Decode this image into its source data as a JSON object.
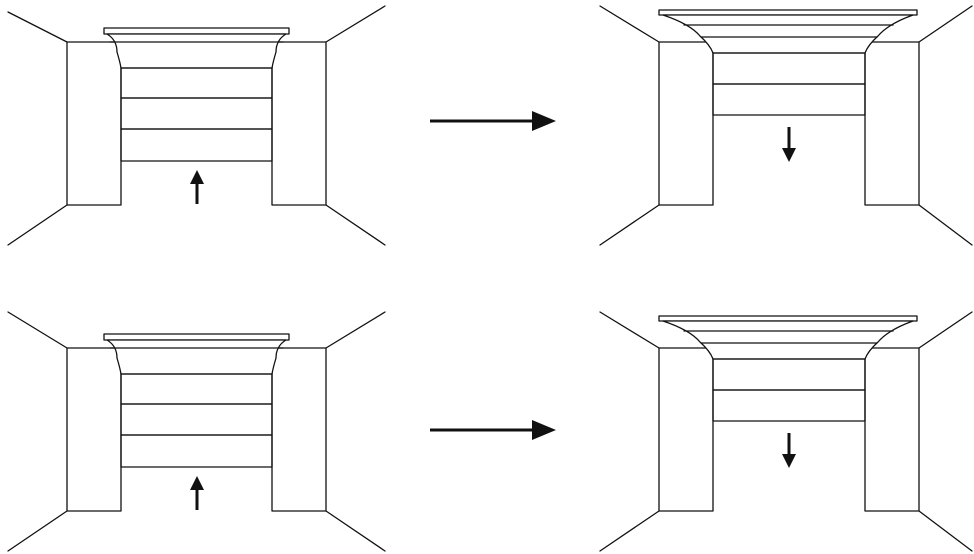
{
  "diagram": {
    "type": "garage-door-opening-sequence",
    "rows": [
      {
        "before": {
          "door_state": "closed",
          "panels_visible": 4,
          "motion": "up"
        },
        "after": {
          "door_state": "partially-open",
          "panels_visible": 2,
          "motion": "down"
        }
      },
      {
        "before": {
          "door_state": "closed",
          "panels_visible": 4,
          "motion": "up"
        },
        "after": {
          "door_state": "partially-open",
          "panels_visible": 2,
          "motion": "down"
        }
      }
    ],
    "transition": "right-arrow",
    "colors": {
      "line": "#111111",
      "background": "#ffffff"
    }
  }
}
